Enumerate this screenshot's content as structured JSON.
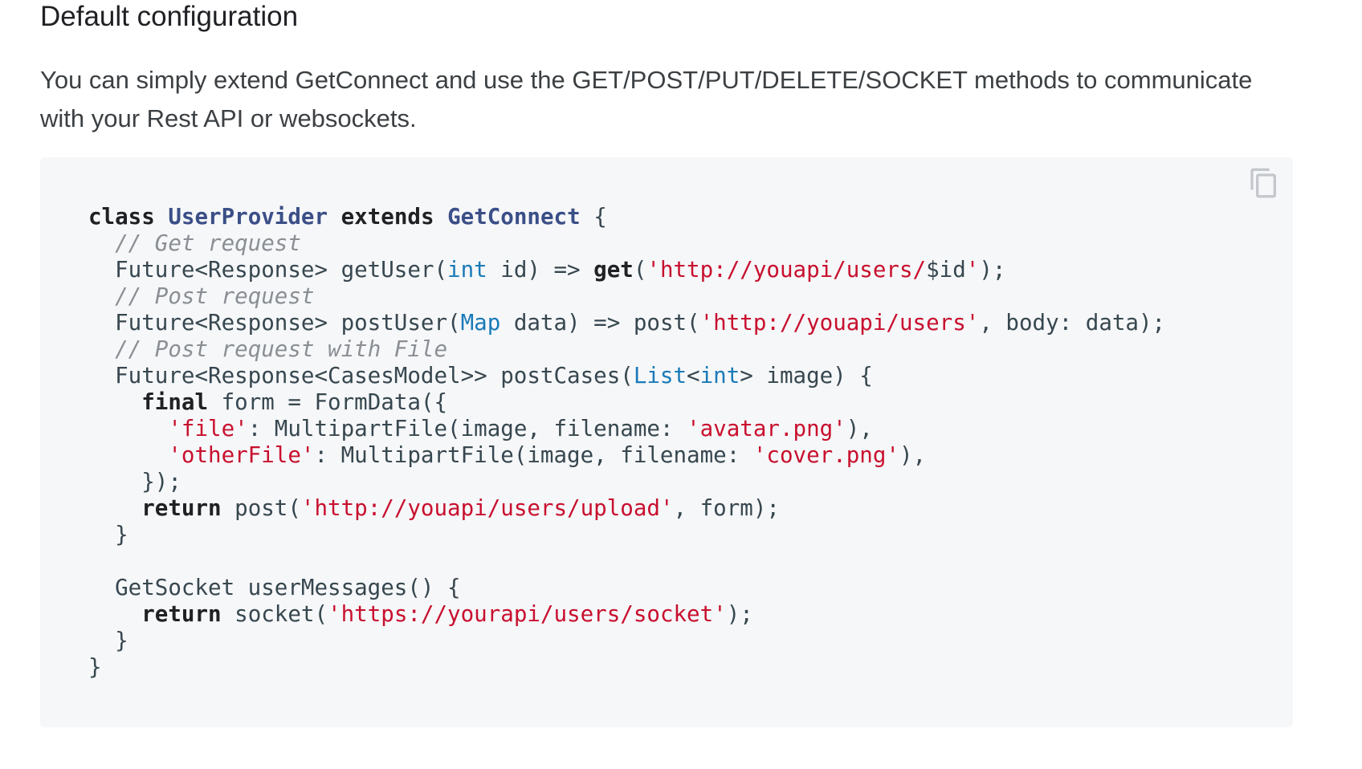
{
  "section": {
    "heading": "Default configuration",
    "description": "You can simply extend GetConnect and use the GET/POST/PUT/DELETE/SOCKET methods to communicate with your Rest API or websockets."
  },
  "code_block": {
    "language": "dart",
    "copy_icon": "copy-icon",
    "lines": [
      [
        {
          "t": "class",
          "c": "kw"
        },
        {
          "t": " "
        },
        {
          "t": "UserProvider",
          "c": "ty"
        },
        {
          "t": " "
        },
        {
          "t": "extends",
          "c": "kw"
        },
        {
          "t": " "
        },
        {
          "t": "GetConnect",
          "c": "ty"
        },
        {
          "t": " {"
        }
      ],
      [
        {
          "t": "  "
        },
        {
          "t": "// Get request",
          "c": "cm"
        }
      ],
      [
        {
          "t": "  Future<Response> getUser("
        },
        {
          "t": "int",
          "c": "bt"
        },
        {
          "t": " id) => "
        },
        {
          "t": "get",
          "c": "kw"
        },
        {
          "t": "("
        },
        {
          "t": "'http://youapi/users/",
          "c": "st"
        },
        {
          "t": "$id"
        },
        {
          "t": "'",
          "c": "st"
        },
        {
          "t": ");"
        }
      ],
      [
        {
          "t": "  "
        },
        {
          "t": "// Post request",
          "c": "cm"
        }
      ],
      [
        {
          "t": "  Future<Response> postUser("
        },
        {
          "t": "Map",
          "c": "bt"
        },
        {
          "t": " data) => post("
        },
        {
          "t": "'http://youapi/users'",
          "c": "st"
        },
        {
          "t": ", body: data);"
        }
      ],
      [
        {
          "t": "  "
        },
        {
          "t": "// Post request with File",
          "c": "cm"
        }
      ],
      [
        {
          "t": "  Future<Response<CasesModel>> postCases("
        },
        {
          "t": "List",
          "c": "bt"
        },
        {
          "t": "<"
        },
        {
          "t": "int",
          "c": "bt"
        },
        {
          "t": "> image) {"
        }
      ],
      [
        {
          "t": "    "
        },
        {
          "t": "final",
          "c": "kw"
        },
        {
          "t": " form = FormData({"
        }
      ],
      [
        {
          "t": "      "
        },
        {
          "t": "'file'",
          "c": "st"
        },
        {
          "t": ": MultipartFile(image, filename: "
        },
        {
          "t": "'avatar.png'",
          "c": "st"
        },
        {
          "t": "),"
        }
      ],
      [
        {
          "t": "      "
        },
        {
          "t": "'otherFile'",
          "c": "st"
        },
        {
          "t": ": MultipartFile(image, filename: "
        },
        {
          "t": "'cover.png'",
          "c": "st"
        },
        {
          "t": "),"
        }
      ],
      [
        {
          "t": "    });"
        }
      ],
      [
        {
          "t": "    "
        },
        {
          "t": "return",
          "c": "kw"
        },
        {
          "t": " post("
        },
        {
          "t": "'http://youapi/users/upload'",
          "c": "st"
        },
        {
          "t": ", form);"
        }
      ],
      [
        {
          "t": "  }"
        }
      ],
      [
        {
          "t": ""
        }
      ],
      [
        {
          "t": "  GetSocket userMessages() {"
        }
      ],
      [
        {
          "t": "    "
        },
        {
          "t": "return",
          "c": "kw"
        },
        {
          "t": " socket("
        },
        {
          "t": "'https://yourapi/users/socket'",
          "c": "st"
        },
        {
          "t": ");"
        }
      ],
      [
        {
          "t": "  }"
        }
      ],
      [
        {
          "t": "}"
        }
      ]
    ]
  }
}
